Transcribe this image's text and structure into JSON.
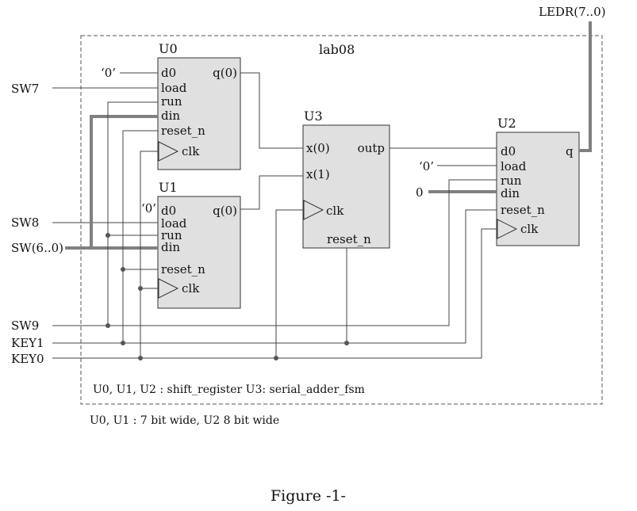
{
  "top_label": "lab08",
  "blocks": {
    "u0": {
      "name": "U0",
      "pins": {
        "d0": "d0",
        "load": "load",
        "run": "run",
        "din": "din",
        "reset": "reset_n",
        "clk": "clk",
        "q": "q(0)"
      },
      "const_d0": "‘0’"
    },
    "u1": {
      "name": "U1",
      "pins": {
        "d0": "d0",
        "load": "load",
        "run": "run",
        "din": "din",
        "reset": "reset_n",
        "clk": "clk",
        "q": "q(0)"
      },
      "const_d0": "‘0’"
    },
    "u2": {
      "name": "U2",
      "pins": {
        "d0": "d0",
        "load": "load",
        "run": "run",
        "din": "din",
        "reset": "reset_n",
        "clk": "clk",
        "q": "q"
      },
      "const_d0": "‘0’",
      "const_din": "0"
    },
    "u3": {
      "name": "U3",
      "pins": {
        "x0": "x(0)",
        "x1": "x(1)",
        "outp": "outp",
        "clk": "clk",
        "reset": "reset_n"
      }
    }
  },
  "signals": {
    "sw7": "SW7",
    "sw8": "SW8",
    "sw_bus": "SW(6..0)",
    "sw9": "SW9",
    "key1": "KEY1",
    "key0": "KEY0",
    "ledr": "LEDR(7..0)"
  },
  "notes": {
    "entities": "U0, U1, U2 : shift_register  U3: serial_adder_fsm",
    "widths": "U0, U1 : 7 bit wide,   U2 8 bit wide"
  },
  "caption": "Figure -1-"
}
